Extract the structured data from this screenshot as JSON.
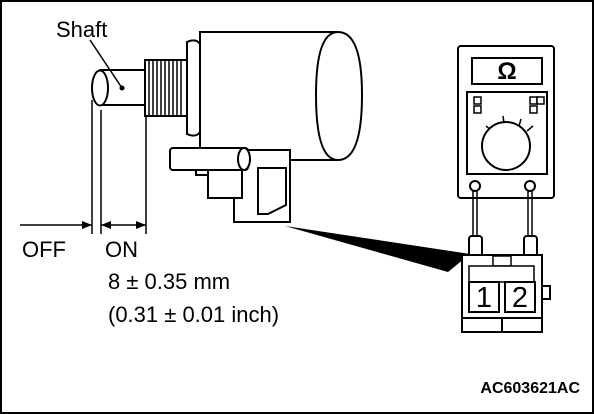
{
  "diagram": {
    "labels": {
      "shaft": "Shaft",
      "off": "OFF",
      "on": "ON",
      "stroke_mm": "8 ± 0.35 mm",
      "stroke_inch": "(0.31 ± 0.01 inch)"
    },
    "meter": {
      "unit_symbol": "Ω",
      "icon": "ohmmeter-icon"
    },
    "connector": {
      "pins": [
        "1",
        "2"
      ]
    },
    "figure_code": "AC603621AC"
  }
}
